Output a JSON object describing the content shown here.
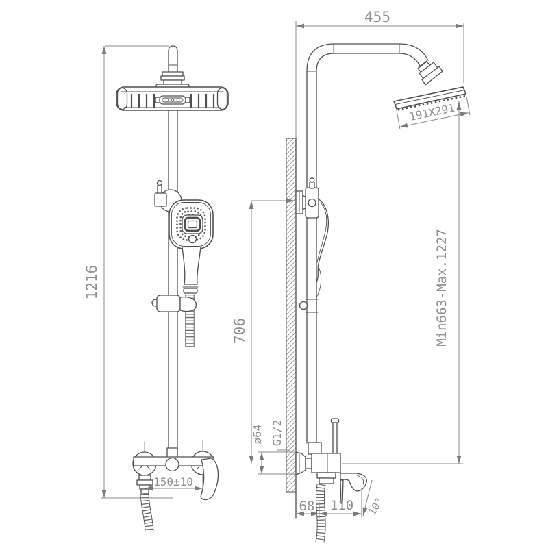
{
  "drawing": {
    "kind": "shower-column-technical-drawing",
    "colors": {
      "background": "#ffffff",
      "object_line": "#4f4f4f",
      "dimension_line": "#8a8a8a",
      "dimension_text": "#8f8f8f",
      "hatch": "#9a9a9a"
    },
    "front_view": {
      "dims": {
        "total_height": "1216",
        "mixer_center_distance": "150±10"
      }
    },
    "side_view": {
      "dims": {
        "arm_depth": "455",
        "head_size": "191X291",
        "min_max_height": "Min663-Max.1227",
        "bracket_to_outlet": "706",
        "escutcheon_diameter": "ø64",
        "thread_size": "G1/2",
        "wall_to_hose": "68",
        "hose_to_spout_tip": "110",
        "spout_angle": "10°"
      }
    }
  }
}
